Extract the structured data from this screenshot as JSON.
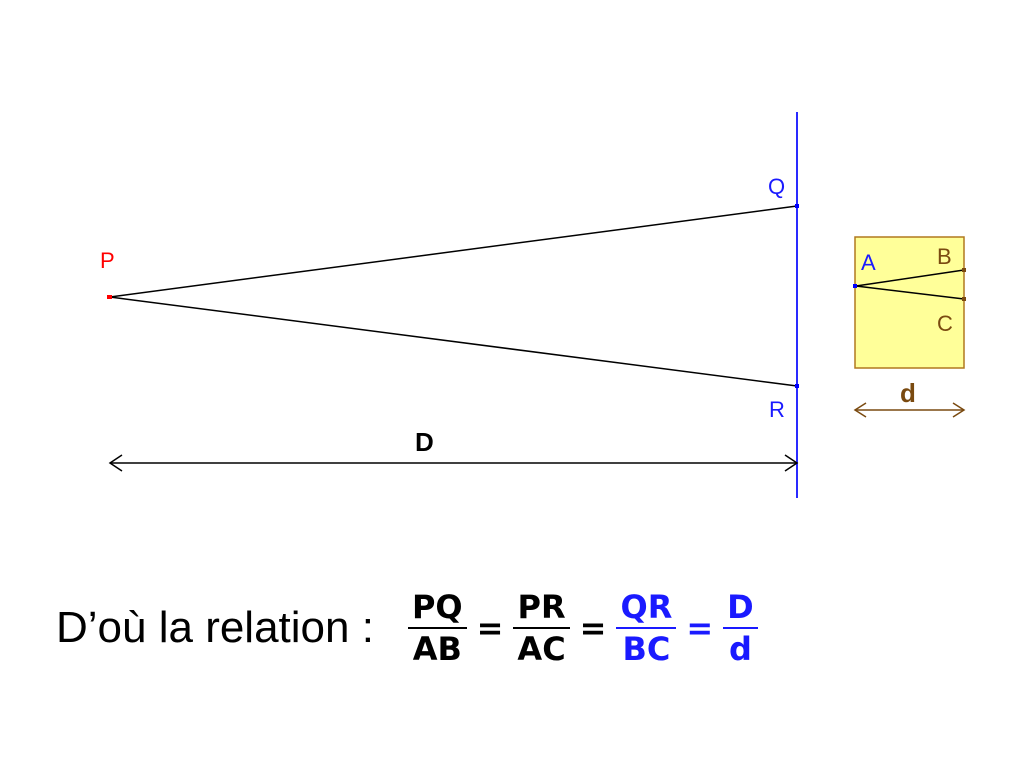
{
  "diagram": {
    "labels": {
      "P": "P",
      "Q": "Q",
      "R": "R",
      "A": "A",
      "B": "B",
      "C": "C",
      "D": "D",
      "d": "d"
    },
    "colors": {
      "point_P": "#ff0000",
      "points_QR_A": "#0000ff",
      "labels_BCd": "#7a4a10",
      "box_fill": "#ffff99",
      "box_border": "#b0781f",
      "screen_line": "#2a2aff"
    }
  },
  "relation": {
    "intro": "D’où la relation :",
    "fractions": [
      {
        "num": "PQ",
        "den": "AB",
        "color": "black"
      },
      {
        "num": "PR",
        "den": "AC",
        "color": "black"
      },
      {
        "num": "QR",
        "den": "BC",
        "color": "blue"
      },
      {
        "num": "D",
        "den": "d",
        "color": "blue"
      }
    ],
    "equals": [
      "=",
      "=",
      "="
    ]
  }
}
